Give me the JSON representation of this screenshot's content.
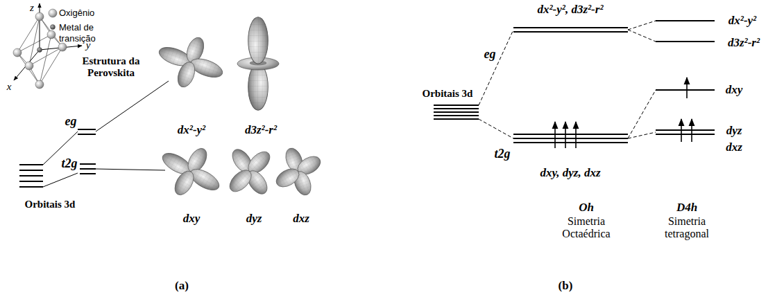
{
  "diagram": {
    "labels": [
      "z",
      "y",
      "x",
      "Estrutura da Perovskita",
      "eg",
      "dx²-y²",
      "d3z²-r²",
      "Orbitais 3d",
      "t2g",
      "dxy",
      "dyz",
      "dxz",
      "(a)",
      "dx²-y², d3z²-r²",
      "eg",
      "Orbitais 3d",
      "t2g",
      "dxy, dyz, dxz",
      "dx²-y²",
      "d3z²-r²",
      "dxy",
      "dyz",
      "dxz",
      "Oh",
      "Simetria Octaédrica",
      "D4h",
      "Simetria tetragonal",
      "(b)"
    ],
    "legend": [
      {
        "text": "Oxigênio"
      },
      {
        "text": "Metal de transição"
      }
    ]
  }
}
